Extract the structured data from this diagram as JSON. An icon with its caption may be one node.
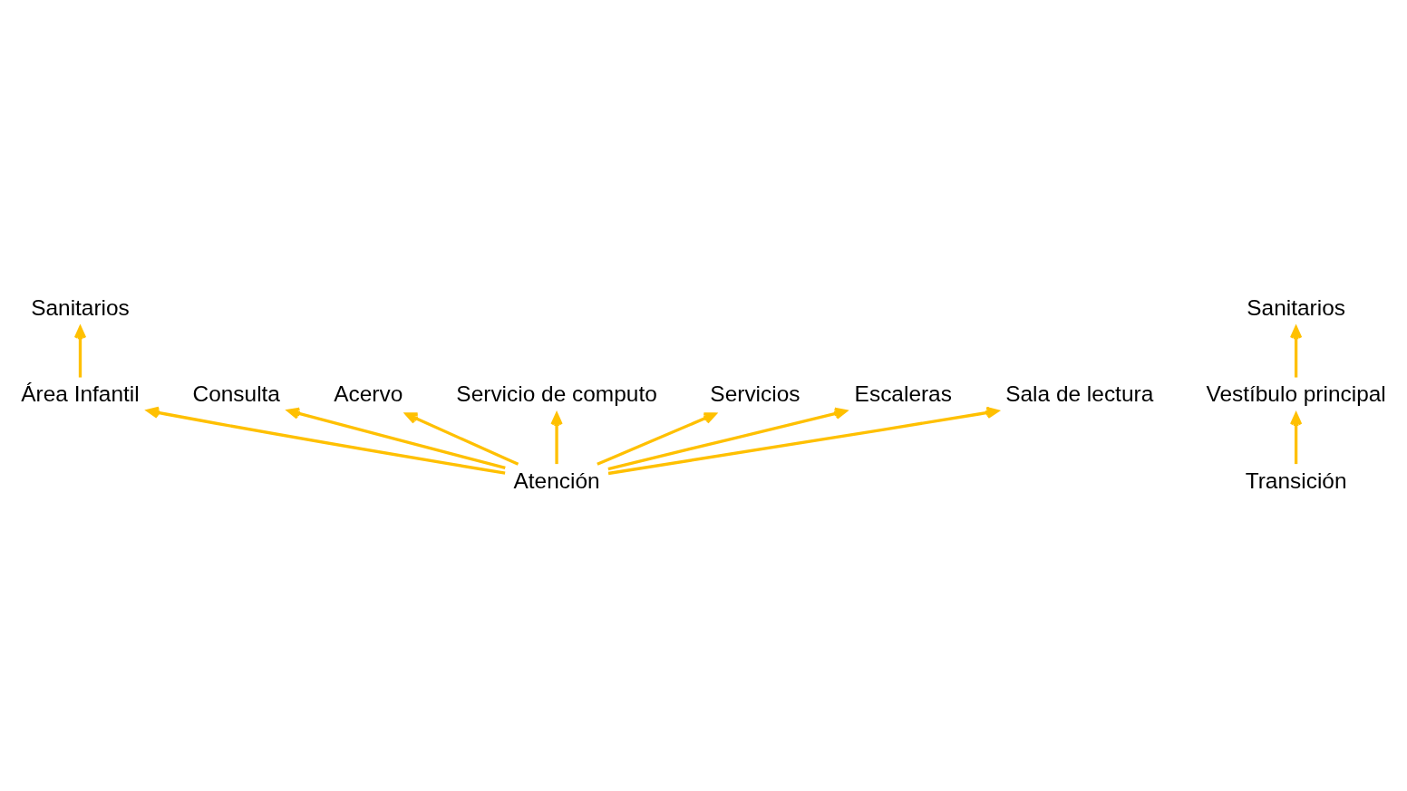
{
  "diagram": {
    "nodes": [
      {
        "text": [
          "Área Infantil"
        ]
      },
      {
        "text": [
          "Consulta"
        ]
      },
      {
        "text": [
          "Acervo"
        ]
      },
      {
        "text": [
          "Sanitarios"
        ]
      },
      {
        "text": [
          "Servicio de computo"
        ]
      },
      {
        "text": [
          "Servicios"
        ]
      },
      {
        "text": [
          "Escaleras"
        ]
      },
      {
        "text": [
          "Atención"
        ]
      },
      {
        "text": [
          "Vestíbulo principal"
        ]
      },
      {
        "text": [
          "Transición"
        ]
      },
      {
        "text": [
          "Sala de lectura"
        ]
      },
      {
        "text": [
          "Sanitarios"
        ]
      }
    ],
    "edges": [
      {
        "from": 9,
        "to": 8,
        "arrow": "to"
      },
      {
        "from": 8,
        "to": 11,
        "arrow": "to"
      },
      {
        "from": 7,
        "to": 0,
        "arrow": "to"
      },
      {
        "from": 7,
        "to": 2,
        "arrow": "to"
      },
      {
        "from": 7,
        "to": 5,
        "arrow": "to"
      },
      {
        "from": 7,
        "to": 4,
        "arrow": "to"
      },
      {
        "from": 7,
        "to": 1,
        "arrow": "to"
      },
      {
        "from": 7,
        "to": 6,
        "arrow": "to"
      },
      {
        "from": 7,
        "to": 10,
        "arrow": "to"
      },
      {
        "from": 0,
        "to": 3,
        "arrow": "to"
      }
    ]
  }
}
